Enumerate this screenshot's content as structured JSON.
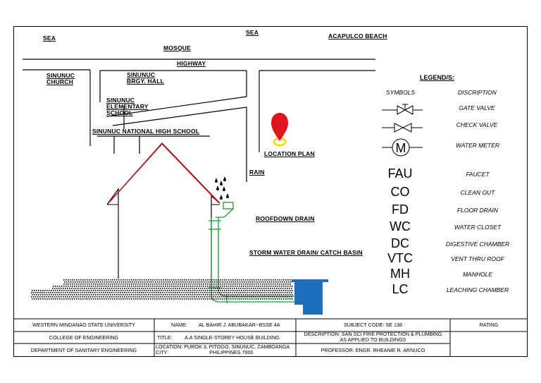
{
  "plan": {
    "labels": {
      "sea_left": "SEA",
      "sea_top": "SEA",
      "acapulco": "ACAPULCO BEACH",
      "mosque": "MOSQUE",
      "highway": "HIGHWAY",
      "church": "SINUNUC\nCHURCH",
      "brgy_hall": "SINUNUC\nBRGY. HALL",
      "elem_school": "SINUNUC\nELEMENTARY\nSCHOOL",
      "nhs": "SINUNUC NATIONAL HIGH SCHOOL",
      "location_plan": "LOCATION PLAN",
      "rain": "RAIN",
      "roofdown_drain": "ROOFDOWN DRAIN",
      "storm_drain": "STORM WATER DRAIN/ CATCH BASIN"
    },
    "colors": {
      "pin": "#e0141e",
      "pin_ring": "#f5d400",
      "roof_edge": "#e0141e",
      "pipe": "#1a9a3a",
      "catch_basin": "#1f6fbf"
    }
  },
  "legend": {
    "title": "LEGEND/S:",
    "col_symbols": "SYMBOLS",
    "col_description": "DISCRIPTION",
    "symbol_rows": [
      {
        "symbol": "gate-valve-icon",
        "description": "GATE VALVE"
      },
      {
        "symbol": "check-valve-icon",
        "description": "CHECK VALVE"
      },
      {
        "symbol": "water-meter-icon",
        "glyph": "M",
        "description": "WATER METER"
      }
    ],
    "abbr_rows": [
      {
        "abbr": "FAU",
        "description": "FAUCET"
      },
      {
        "abbr": "CO",
        "description": "CLEAN OUT"
      },
      {
        "abbr": "FD",
        "description": "FLOOR DRAIN"
      },
      {
        "abbr": "WC",
        "description": "WATER CLOSET"
      },
      {
        "abbr": "DC",
        "description": "DIGESTIVE CHAMBER"
      },
      {
        "abbr": "VTC",
        "description": "VENT THRU ROOF"
      },
      {
        "abbr": "MH",
        "description": "MANHOLE"
      },
      {
        "abbr": "LC",
        "description": "LEACHING CHAMBER"
      }
    ]
  },
  "title_block": {
    "university": "WESTERN MINDANAO STATE UNIVERSITY",
    "college": "COLLEGE OF ENGINEERING",
    "department": "DEPARTMENT OF SANITARY ENGINEERING",
    "name_label": "NAME:",
    "name_value": "AL BAHIR J. ABUBAKAR--BSSE 4A",
    "title_label": "TITLE:",
    "title_value": "A.A SINGLE-STOREY HOUSE BUILDING",
    "location_line1": "LOCATION: PUROK 3, PITOGO, SINUNUC, ZAMBOANGA",
    "location_line2": "CITY                              PHILIPPINES 7000",
    "subject_code": "SUBJECT CODE: SE 138",
    "description_line1": "DESCRIPTION: SAN SCI FIRE PROTECTION & PLUMBING",
    "description_line2": "AS APPLIED TO BUILDINGS",
    "professor": "PROFESSOR: ENGR. RHEANIE R. ARNUCO",
    "rating": "RATING"
  }
}
